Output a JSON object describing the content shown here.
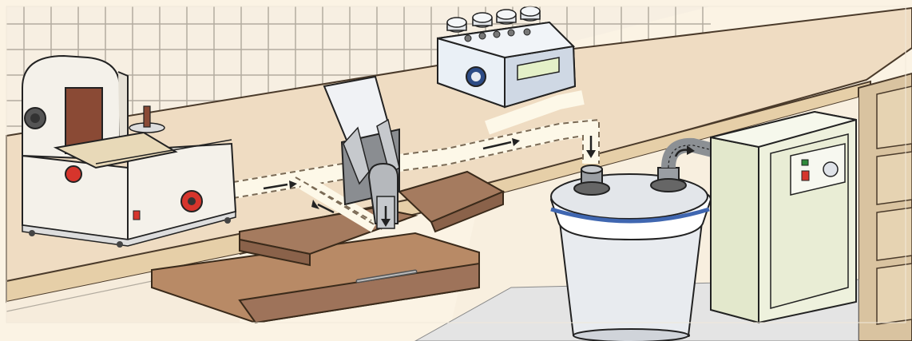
{
  "illustration": {
    "description_visible_text": [],
    "components": [
      {
        "id": "disc-sander",
        "icon": "sanding-machine-icon"
      },
      {
        "id": "collection-hood",
        "icon": "extraction-hood-icon"
      },
      {
        "id": "control-unit",
        "icon": "control-unit-icon"
      },
      {
        "id": "collection-bucket",
        "icon": "bucket-icon"
      },
      {
        "id": "suction-cabinet",
        "icon": "vacuum-cabinet-icon"
      }
    ],
    "colors": {
      "wall": "#fbf3e4",
      "tile_grid": "#b3aca0",
      "counter_top": "#efdcc2",
      "counter_front": "#e6cfa8",
      "counter_underside": "#b88a66",
      "drawer": "#9e735a",
      "cabinet_door": "#d9c3a0",
      "floor": "#e4e4e4",
      "machine_body": "#f4f1ea",
      "machine_cabinet": "#eef1dd",
      "bucket": "#e8ebef",
      "bucket_band": "#3f66b0",
      "knob_red": "#d6352c",
      "duct_fill": "#fdf8e8",
      "duct_dash": "#7a6a55",
      "control_unit": "#dfe6ef"
    }
  }
}
